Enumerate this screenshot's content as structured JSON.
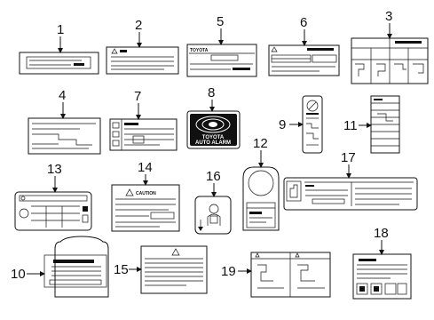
{
  "diagram": {
    "callouts": [
      "1",
      "2",
      "3",
      "4",
      "5",
      "6",
      "7",
      "8",
      "9",
      "10",
      "11",
      "12",
      "13",
      "14",
      "15",
      "16",
      "17",
      "18",
      "19"
    ],
    "label_texts": {
      "toyota_plate": "TOYOTA",
      "alarm_brand": "TOYOTA",
      "alarm_name": "AUTO ALARM",
      "caution": "CAUTION"
    }
  }
}
